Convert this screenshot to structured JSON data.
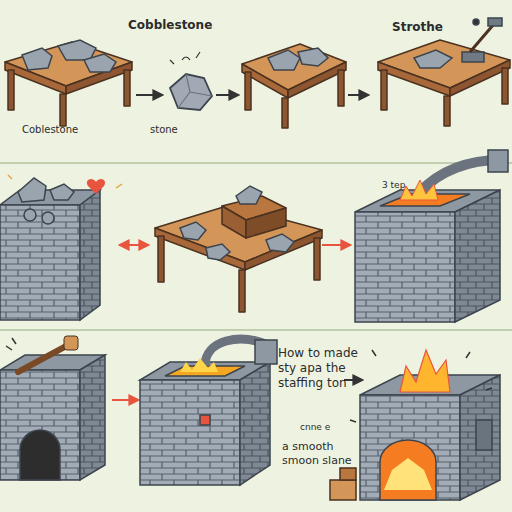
{
  "diagram": {
    "labels": [
      "Cobblestone",
      "Strothe",
      "Coblestone",
      "stone",
      "3 tep",
      "How to made sty apa the staffing ton",
      "cnne e",
      "a smooth smoon slane"
    ]
  }
}
